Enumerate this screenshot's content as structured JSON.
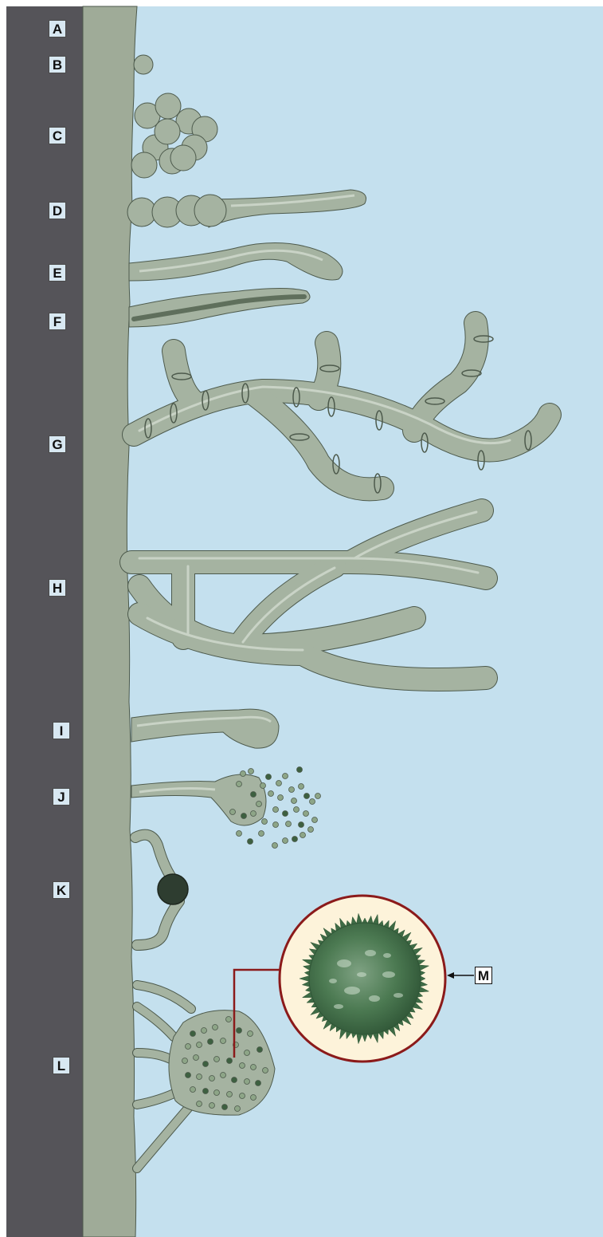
{
  "labels": {
    "a": "A",
    "b": "B",
    "c": "C",
    "d": "D",
    "e": "E",
    "f": "F",
    "g": "G",
    "h": "H",
    "i": "I",
    "j": "J",
    "k": "K",
    "l": "L",
    "m": "M"
  },
  "colors": {
    "substrate": "#555459",
    "host_tissue": "#9fab98",
    "background": "#c4e0ee",
    "hypha_fill": "#a5b3a1",
    "hypha_edge": "#4d5a4c",
    "hypha_highlight": "#c9d3c6",
    "spore_light": "#8da587",
    "spore_dark": "#3d6040",
    "sclerotium": "#2e3d30",
    "inset_bg": "#fdf3da",
    "inset_ring": "#8b1a1a",
    "spore_detail": "#4c7a52"
  }
}
